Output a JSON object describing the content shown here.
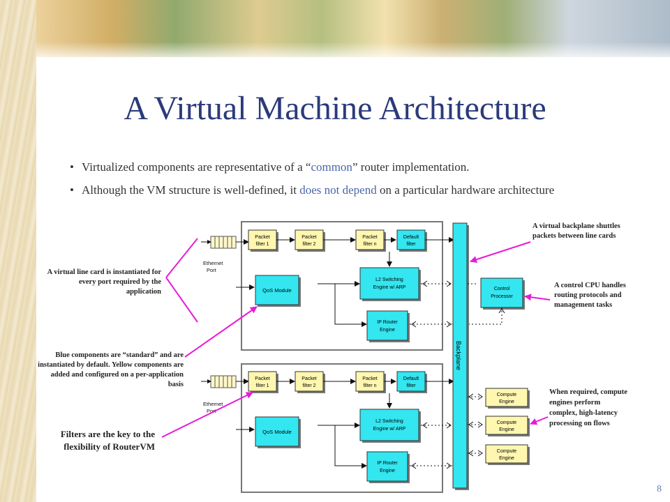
{
  "title": "A Virtual Machine Architecture",
  "bullets": [
    {
      "pre": "Virtualized components are representative of a “",
      "hl": "common",
      "post": "” router implementation."
    },
    {
      "pre": "Although the VM structure is well-defined, it ",
      "hl": "does not depend",
      "post": " on a particular hardware architecture"
    }
  ],
  "page_number": "8",
  "diagram": {
    "packet_filter_1": [
      "Packet",
      "filter 1"
    ],
    "packet_filter_2": [
      "Packet",
      "filter 2"
    ],
    "packet_filter_n": [
      "Packet",
      "filter n"
    ],
    "default_filter": [
      "Default",
      "filter"
    ],
    "ethernet_port": [
      "Ethernet",
      "Port"
    ],
    "qos_module": "QoS Module",
    "l2_engine": [
      "L2 Switching",
      "Engine w/ ARP"
    ],
    "ip_router": [
      "IP Router",
      "Engine"
    ],
    "backplane": "Backplane",
    "control_processor": [
      "Control",
      "Processor"
    ],
    "compute_engine": [
      "Compute",
      "Engine"
    ]
  },
  "captions": {
    "line_card": "A virtual line card is instantiated for every port required by the application",
    "blue_yellow": "Blue components are “standard” and are instantiated by default. Yellow components are added and configured on a per-application basis",
    "filters_key": "Filters are the key to the flexibility of RouterVM",
    "backplane_note": "A virtual backplane shuttles packets between line cards",
    "control_cpu": "A control CPU handles routing protocols and management tasks",
    "compute_note": "When required, compute engines perform complex, high-latency processing on flows"
  },
  "colors": {
    "title": "#2b3a7a",
    "highlight": "#4a66a8",
    "blue_component": "#33e6f0",
    "yellow_component": "#fff7b0",
    "arrow_magenta": "#e81ad8"
  }
}
